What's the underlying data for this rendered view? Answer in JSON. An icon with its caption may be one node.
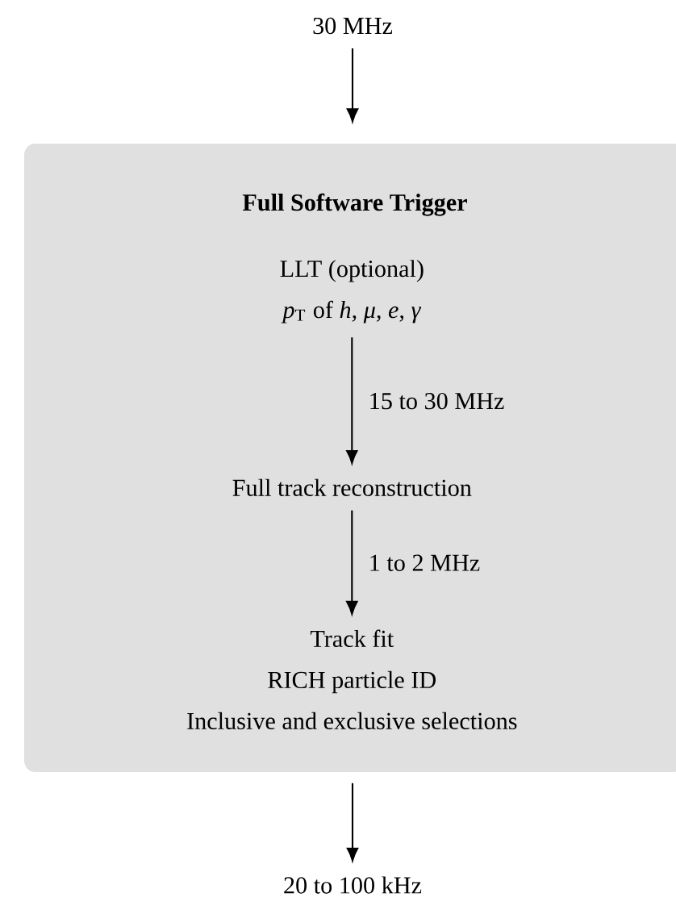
{
  "diagram": {
    "nodes": [
      {
        "text": [
          "30 MHz"
        ]
      },
      {
        "text": [
          "Full Software Trigger"
        ]
      },
      {
        "text": [
          "LLT (optional)",
          "*p*$_{T}$ of *h*, *μ*, *e*, *γ*"
        ],
        "in": 1
      },
      {
        "text": [
          "Full track reconstruction"
        ],
        "in": 1
      },
      {
        "text": [
          "Track fit",
          "RICH particle ID",
          "Inclusive and exclusive selections"
        ],
        "in": 1
      },
      {
        "text": [
          "20 to 100 kHz"
        ]
      }
    ],
    "edges": [
      {
        "from": 0,
        "to": 1,
        "arrow": "to"
      },
      {
        "from": 2,
        "to": 3,
        "arrow": "to",
        "label": "15 to 30 MHz"
      },
      {
        "from": 3,
        "to": 4,
        "arrow": "to",
        "label": "1 to 2 MHz"
      },
      {
        "from": 1,
        "to": 5,
        "arrow": "to"
      }
    ]
  }
}
